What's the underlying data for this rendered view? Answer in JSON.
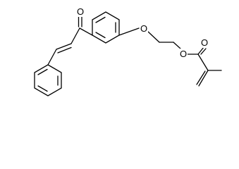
{
  "molecule": {
    "atoms": {
      "ketone_oxygen": "O",
      "ether_oxygen": "O",
      "ester_oxygen": "O",
      "carbonyl_oxygen": "O"
    }
  }
}
